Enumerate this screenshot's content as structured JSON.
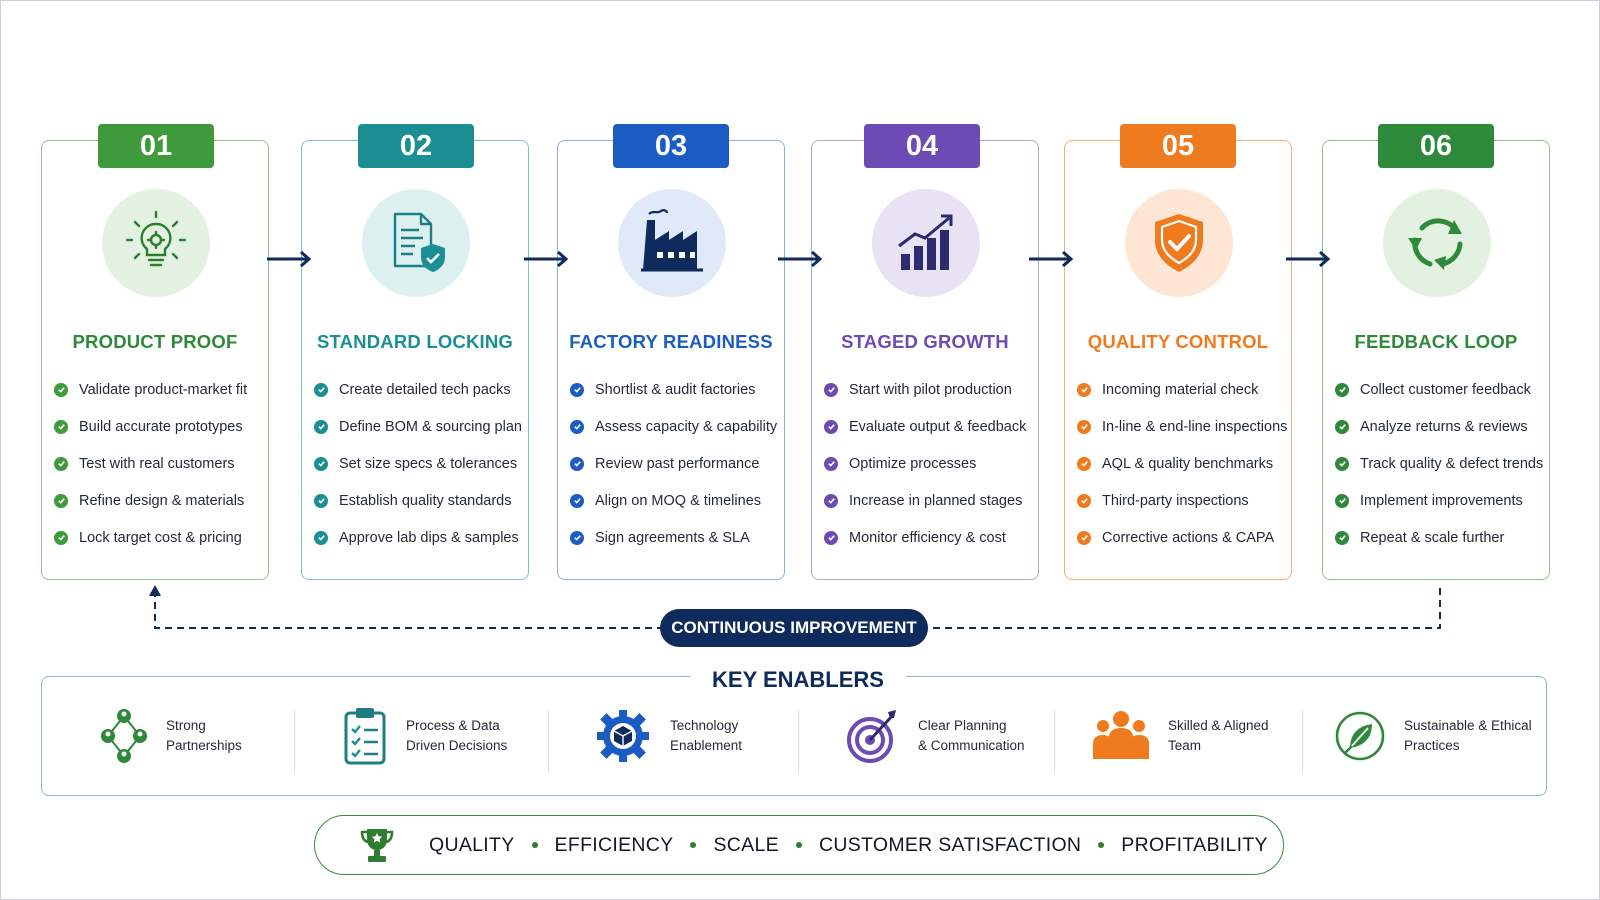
{
  "colors": {
    "green": "#3f9a3b",
    "teal": "#1b8f93",
    "blue": "#1a5cc4",
    "purple": "#6c4bb4",
    "orange": "#f07a1e",
    "green2": "#2e8a3a",
    "navy": "#0f2a5c"
  },
  "steps": [
    {
      "number": "01",
      "title": "PRODUCT PROOF",
      "icon": "lightbulb-gear-icon",
      "items": [
        "Validate product-market fit",
        "Build accurate prototypes",
        "Test with real customers",
        "Refine design & materials",
        "Lock target cost & pricing"
      ]
    },
    {
      "number": "02",
      "title": "STANDARD LOCKING",
      "icon": "document-shield-icon",
      "items": [
        "Create detailed tech packs",
        "Define BOM & sourcing plan",
        "Set size specs & tolerances",
        "Establish quality standards",
        "Approve lab dips & samples"
      ]
    },
    {
      "number": "03",
      "title": "FACTORY READINESS",
      "icon": "factory-icon",
      "items": [
        "Shortlist & audit factories",
        "Assess capacity & capability",
        "Review past performance",
        "Align on MOQ & timelines",
        "Sign agreements & SLA"
      ]
    },
    {
      "number": "04",
      "title": "STAGED GROWTH",
      "icon": "growth-chart-icon",
      "items": [
        "Start with pilot production",
        "Evaluate output & feedback",
        "Optimize processes",
        "Increase in planned stages",
        "Monitor efficiency & cost"
      ]
    },
    {
      "number": "05",
      "title": "QUALITY CONTROL",
      "icon": "shield-check-icon",
      "items": [
        "Incoming material check",
        "In-line & end-line inspections",
        "AQL & quality benchmarks",
        "Third-party inspections",
        "Corrective actions & CAPA"
      ]
    },
    {
      "number": "06",
      "title": "FEEDBACK LOOP",
      "icon": "recycle-arrows-icon",
      "items": [
        "Collect customer feedback",
        "Analyze returns & reviews",
        "Track quality & defect trends",
        "Implement improvements",
        "Repeat & scale further"
      ]
    }
  ],
  "continuous_improvement": "CONTINUOUS IMPROVEMENT",
  "key_enablers": {
    "title": "KEY ENABLERS",
    "items": [
      {
        "line1": "Strong",
        "line2": "Partnerships",
        "icon": "network-people-icon"
      },
      {
        "line1": "Process & Data",
        "line2": "Driven Decisions",
        "icon": "clipboard-checklist-icon"
      },
      {
        "line1": "Technology",
        "line2": "Enablement",
        "icon": "gear-cube-icon"
      },
      {
        "line1": "Clear Planning",
        "line2": "& Communication",
        "icon": "target-icon"
      },
      {
        "line1": "Skilled & Aligned",
        "line2": "Team",
        "icon": "team-icon"
      },
      {
        "line1": "Sustainable & Ethical",
        "line2": "Practices",
        "icon": "leaf-icon"
      }
    ]
  },
  "outcomes": [
    "QUALITY",
    "EFFICIENCY",
    "SCALE",
    "CUSTOMER SATISFACTION",
    "PROFITABILITY"
  ],
  "outcomes_icon": "trophy-icon"
}
